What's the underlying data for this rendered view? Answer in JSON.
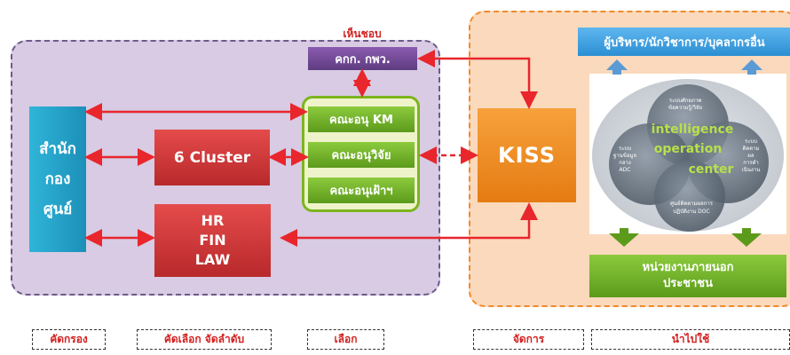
{
  "nodes": {
    "inst": "เห็นชอบ",
    "committee": "คกก. กพว.",
    "office": [
      "สำนัก",
      "กอง",
      "ศูนย์"
    ],
    "cluster": "6 Cluster",
    "hrfin": [
      "HR",
      "FIN",
      "LAW"
    ],
    "sub_km": "คณะอนุ KM",
    "sub_research": "คณะอนุวิจัย",
    "sub_monitor": "คณะอนุเฝ้าฯ",
    "kiss": "KISS",
    "executives": "ผู้บริหาร/นักวิชาการ/บุคลากรอื่น",
    "external": [
      "หน่วยงานภายนอก",
      "ประชาชน"
    ]
  },
  "venn": {
    "center": [
      "intelligence",
      "operation",
      "center"
    ],
    "top": [
      "ระบบศักยภาพ",
      "ข้อความรู้/วิจัย"
    ],
    "left": [
      "ระบบ",
      "ฐานข้อมูล",
      "กลาง",
      "ADC"
    ],
    "right": [
      "ระบบ",
      "ติดตาม",
      "ผล",
      "การดำ",
      "เนินงาน"
    ],
    "bottom": [
      "ศูนย์ติดตามผลการ",
      "ปฏิบัติงาน DOC"
    ]
  },
  "stages": [
    "คัดกรอง",
    "คัดเลือก จัดลำดับ",
    "เลือก",
    "จัดการ",
    "นำไปใช้"
  ],
  "colors": {
    "arrow_red": "#e8262c",
    "zone_left": "#d8cbe3",
    "zone_right": "#fbd9bd",
    "arrow_blue": "#5b9bd5",
    "arrow_green": "#5c9a1b"
  }
}
